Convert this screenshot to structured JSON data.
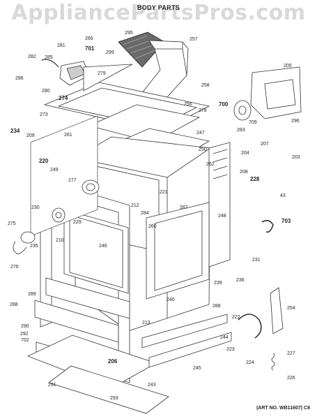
{
  "watermark": "AppliancePartsPros.com",
  "title": "BODY PARTS",
  "art_number": "(ART NO. WB11607) C8",
  "callouts": [
    {
      "label": "257",
      "bold": false
    },
    {
      "label": "295",
      "bold": false
    },
    {
      "label": "266",
      "bold": false
    },
    {
      "label": "281",
      "bold": false
    },
    {
      "label": "701",
      "bold": true
    },
    {
      "label": "299",
      "bold": false
    },
    {
      "label": "282",
      "bold": false
    },
    {
      "label": "285",
      "bold": false
    },
    {
      "label": "279",
      "bold": false
    },
    {
      "label": "286",
      "bold": false
    },
    {
      "label": "280",
      "bold": false
    },
    {
      "label": "274",
      "bold": true
    },
    {
      "label": "258",
      "bold": false
    },
    {
      "label": "700",
      "bold": true
    },
    {
      "label": "256",
      "bold": false
    },
    {
      "label": "278",
      "bold": false
    },
    {
      "label": "273",
      "bold": false
    },
    {
      "label": "205",
      "bold": false
    },
    {
      "label": "709",
      "bold": false
    },
    {
      "label": "296",
      "bold": false
    },
    {
      "label": "234",
      "bold": true
    },
    {
      "label": "209",
      "bold": false
    },
    {
      "label": "261",
      "bold": false
    },
    {
      "label": "247",
      "bold": false
    },
    {
      "label": "283",
      "bold": false
    },
    {
      "label": "204",
      "bold": false
    },
    {
      "label": "207",
      "bold": false
    },
    {
      "label": "220",
      "bold": true
    },
    {
      "label": "250",
      "bold": false
    },
    {
      "label": "262",
      "bold": false
    },
    {
      "label": "203",
      "bold": false
    },
    {
      "label": "249",
      "bold": false
    },
    {
      "label": "277",
      "bold": false
    },
    {
      "label": "208",
      "bold": false
    },
    {
      "label": "221",
      "bold": false
    },
    {
      "label": "228",
      "bold": true
    },
    {
      "label": "43",
      "bold": false
    },
    {
      "label": "212",
      "bold": false
    },
    {
      "label": "230",
      "bold": false
    },
    {
      "label": "284",
      "bold": false
    },
    {
      "label": "287",
      "bold": false
    },
    {
      "label": "248",
      "bold": false
    },
    {
      "label": "229",
      "bold": false
    },
    {
      "label": "703",
      "bold": true
    },
    {
      "label": "275",
      "bold": false
    },
    {
      "label": "260",
      "bold": false
    },
    {
      "label": "235",
      "bold": false
    },
    {
      "label": "210",
      "bold": false
    },
    {
      "label": "246",
      "bold": false
    },
    {
      "label": "276",
      "bold": false
    },
    {
      "label": "231",
      "bold": false
    },
    {
      "label": "236",
      "bold": false
    },
    {
      "label": "239",
      "bold": false
    },
    {
      "label": "289",
      "bold": false
    },
    {
      "label": "240",
      "bold": false
    },
    {
      "label": "288",
      "bold": false
    },
    {
      "label": "254",
      "bold": false
    },
    {
      "label": "288",
      "bold": false
    },
    {
      "label": "213",
      "bold": false
    },
    {
      "label": "222",
      "bold": false
    },
    {
      "label": "290",
      "bold": false
    },
    {
      "label": "292",
      "bold": false
    },
    {
      "label": "702",
      "bold": false
    },
    {
      "label": "244",
      "bold": false
    },
    {
      "label": "223",
      "bold": false
    },
    {
      "label": "224",
      "bold": false
    },
    {
      "label": "206",
      "bold": true
    },
    {
      "label": "227",
      "bold": false
    },
    {
      "label": "291",
      "bold": false
    },
    {
      "label": "245",
      "bold": false
    },
    {
      "label": "243",
      "bold": false
    },
    {
      "label": "226",
      "bold": false
    },
    {
      "label": "293",
      "bold": false
    }
  ]
}
